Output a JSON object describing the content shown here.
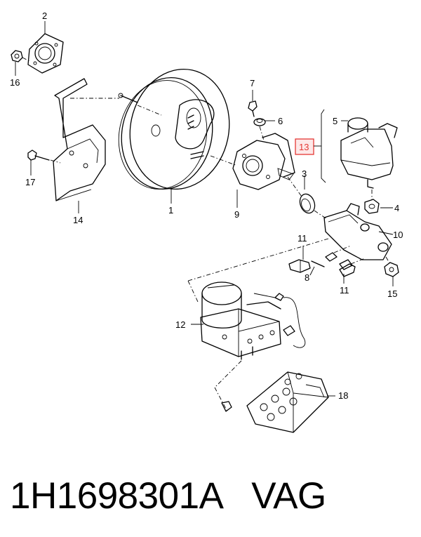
{
  "callouts": {
    "c1": "1",
    "c2": "2",
    "c3": "3",
    "c4": "4",
    "c5": "5",
    "c6": "6",
    "c7": "7",
    "c8": "8",
    "c9": "9",
    "c10": "10",
    "c11a": "11",
    "c11b": "11",
    "c12": "12",
    "c13": "13",
    "c14": "14",
    "c15": "15",
    "c16": "16",
    "c17": "17",
    "c18": "18"
  },
  "highlight_color": "#e53935",
  "caption": {
    "part_number": "1H1698301A",
    "brand": "VAG"
  }
}
